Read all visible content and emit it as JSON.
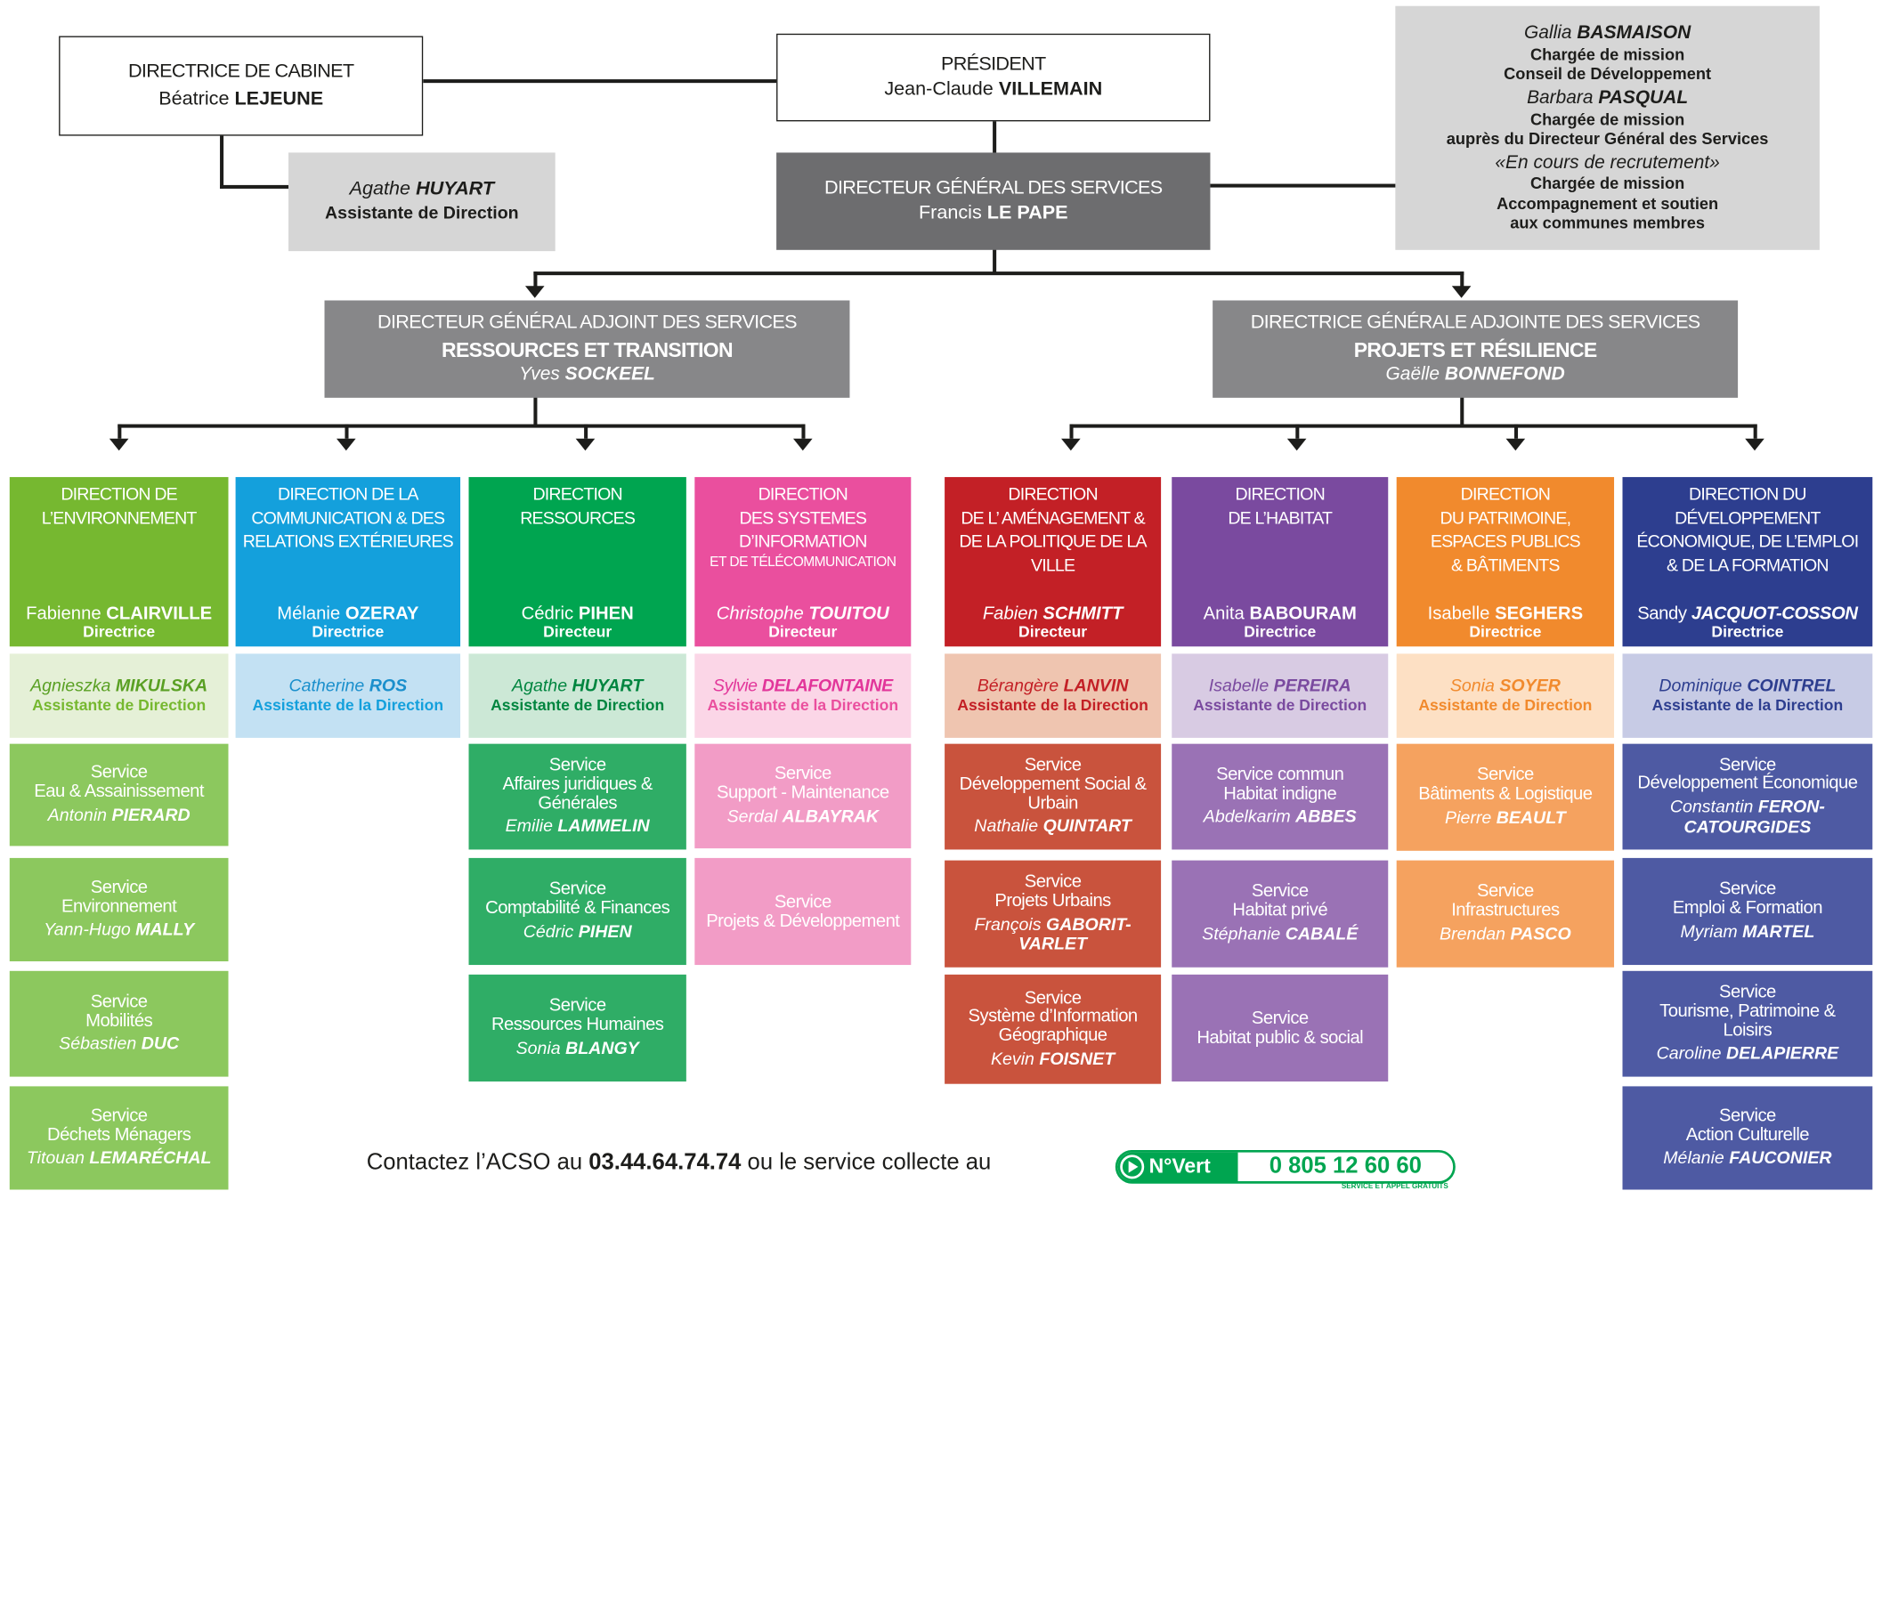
{
  "colors": {
    "dark": "#6d6d6f",
    "mid": "#878789",
    "light": "#d6d6d6",
    "env": "#76b830",
    "env_light": "#e5f0d7",
    "env_svc": "#8cc85e",
    "com": "#14a0dc",
    "com_light": "#c3e1f3",
    "res": "#00a550",
    "res_light": "#cce8d6",
    "res_svc": "#2fad66",
    "si": "#ea4f9e",
    "si_light": "#fbd6e7",
    "si_svc": "#f29cc6",
    "am": "#c32026",
    "am_light": "#efc5b0",
    "am_svc": "#c9533d",
    "hab": "#7a4a9f",
    "hab_light": "#d8cbe3",
    "hab_svc": "#9a72b5",
    "pat": "#f18a2d",
    "pat_light": "#fde0c4",
    "pat_svc": "#f5a25f",
    "eco": "#2d3e8f",
    "eco_light": "#c7cbe5",
    "eco_svc": "#4e5aa3"
  },
  "top": {
    "cabinet": {
      "role": "DIRECTRICE DE CABINET",
      "first": "Béatrice",
      "last": "LEJEUNE"
    },
    "president": {
      "role": "PRÉSIDENT",
      "first": "Jean-Claude",
      "last": "VILLEMAIN"
    },
    "assistant": {
      "first": "Agathe",
      "last": "HUYART",
      "title": "Assistante de Direction"
    },
    "dgs": {
      "role": "DIRECTEUR GÉNÉRAL DES SERVICES",
      "first": "Francis",
      "last": "LE PAPE"
    },
    "missions": [
      {
        "first": "Gallia",
        "last": "BASMAISON",
        "line1": "Chargée de mission",
        "line2": "Conseil de Développement",
        "line3": ""
      },
      {
        "first": "Barbara",
        "last": "PASQUAL",
        "line1": "Chargée de mission",
        "line2": "auprès du Directeur Général des Services",
        "line3": ""
      },
      {
        "first": "«En cours de recrutement»",
        "last": "",
        "line1": "Chargée de mission",
        "line2": "Accompagnement et soutien",
        "line3": "aux communes membres"
      }
    ]
  },
  "dgas": [
    {
      "role": "DIRECTEUR GÉNÉRAL ADJOINT  DES SERVICES",
      "pole": "RESSOURCES ET TRANSITION",
      "first": "Yves",
      "last": "SOCKEEL"
    },
    {
      "role": "DIRECTRICE GÉNÉRALE ADJOINTE  DES SERVICES",
      "pole": "PROJETS ET RÉSILIENCE",
      "first": "Gaëlle",
      "last": "BONNEFOND"
    }
  ],
  "directions": [
    {
      "h1": "DIRECTION DE",
      "h2": "L’ENVIRONNEMENT",
      "h3": "",
      "h4": "",
      "first": "Fabienne",
      "last": "CLAIRVILLE",
      "title": "Directrice",
      "asst_first": "Agnieszka",
      "asst_last": "MIKULSKA",
      "asst_title": "Assistante de Direction",
      "services": [
        {
          "l1": "Service",
          "l2": "Eau & Assainissement",
          "l3": "",
          "first": "Antonin",
          "last": "PIERARD"
        },
        {
          "l1": "Service",
          "l2": "Environnement",
          "l3": "",
          "first": "Yann-Hugo",
          "last": "MALLY"
        },
        {
          "l1": "Service",
          "l2": "Mobilités",
          "l3": "",
          "first": "Sébastien",
          "last": "DUC"
        },
        {
          "l1": "Service",
          "l2": "Déchets Ménagers",
          "l3": "",
          "first": "Titouan",
          "last": "LEMARÉCHAL"
        }
      ]
    },
    {
      "h1": "DIRECTION DE LA",
      "h2": "COMMUNICATION & DES",
      "h3": "RELATIONS EXTÉRIEURES",
      "h4": "",
      "first": "Mélanie",
      "last": "OZERAY",
      "title": "Directrice",
      "asst_first": "Catherine",
      "asst_last": "ROS",
      "asst_title": "Assistante de la Direction",
      "services": []
    },
    {
      "h1": "DIRECTION",
      "h2": "RESSOURCES",
      "h3": "",
      "h4": "",
      "first": "Cédric",
      "last": "PIHEN",
      "title": "Directeur",
      "asst_first": "Agathe",
      "asst_last": "HUYART",
      "asst_title": "Assistante de Direction",
      "services": [
        {
          "l1": "Service",
          "l2": "Affaires juridiques &",
          "l3": "Générales",
          "first": "Emilie",
          "last": "LAMMELIN"
        },
        {
          "l1": "Service",
          "l2": "Comptabilité & Finances",
          "l3": "",
          "first": "Cédric",
          "last": "PIHEN"
        },
        {
          "l1": "Service",
          "l2": "Ressources Humaines",
          "l3": "",
          "first": "Sonia",
          "last": "BLANGY"
        }
      ]
    },
    {
      "h1": "DIRECTION",
      "h2": "DES SYSTEMES",
      "h3": "D’INFORMATION",
      "h4": "ET DE TÉLÉCOMMUNICATION",
      "first": "Christophe",
      "last": "TOUITOU",
      "title": "Directeur",
      "asst_first": "Sylvie",
      "asst_last": "DELAFONTAINE",
      "asst_title": "Assistante de la Direction",
      "services": [
        {
          "l1": "Service",
          "l2": "Support - Maintenance",
          "l3": "",
          "first": "Serdal",
          "last": "ALBAYRAK"
        },
        {
          "l1": "Service",
          "l2": "Projets & Développement",
          "l3": "",
          "first": "",
          "last": ""
        }
      ]
    },
    {
      "h1": "DIRECTION",
      "h2": "DE L’ AMÉNAGEMENT &",
      "h3": "DE LA POLITIQUE DE LA",
      "h4": "VILLE",
      "first": "Fabien",
      "last": "SCHMITT",
      "title": "Directeur",
      "asst_first": "Bérangère",
      "asst_last": "LANVIN",
      "asst_title": "Assistante de la Direction",
      "services": [
        {
          "l1": "Service",
          "l2": "Développement Social &",
          "l3": "Urbain",
          "first": "Nathalie",
          "last": "QUINTART"
        },
        {
          "l1": "Service",
          "l2": "Projets Urbains",
          "l3": "",
          "first": "François",
          "last": "GABORIT-VARLET"
        },
        {
          "l1": "Service",
          "l2": "Système d’Information",
          "l3": "Géographique",
          "first": "Kevin",
          "last": "FOISNET"
        }
      ]
    },
    {
      "h1": "DIRECTION",
      "h2": "DE L’HABITAT",
      "h3": "",
      "h4": "",
      "first": "Anita",
      "last": "BABOURAM",
      "title": "Directrice",
      "asst_first": "Isabelle",
      "asst_last": "PEREIRA",
      "asst_title": "Assistante de Direction",
      "services": [
        {
          "l1": "Service commun",
          "l2": "Habitat indigne",
          "l3": "",
          "first": "Abdelkarim",
          "last": "ABBES"
        },
        {
          "l1": "Service",
          "l2": "Habitat privé",
          "l3": "",
          "first": "Stéphanie",
          "last": "CABALÉ"
        },
        {
          "l1": "Service",
          "l2": "Habitat public & social",
          "l3": "",
          "first": "",
          "last": ""
        }
      ]
    },
    {
      "h1": "DIRECTION",
      "h2": "DU PATRIMOINE,",
      "h3": "ESPACES PUBLICS",
      "h4": "& BÂTIMENTS",
      "first": "Isabelle",
      "last": "SEGHERS",
      "title": "Directrice",
      "asst_first": "Sonia",
      "asst_last": "SOYER",
      "asst_title": "Assistante de Direction",
      "services": [
        {
          "l1": "Service",
          "l2": "Bâtiments & Logistique",
          "l3": "",
          "first": "Pierre",
          "last": "BEAULT"
        },
        {
          "l1": "Service",
          "l2": "Infrastructures",
          "l3": "",
          "first": "Brendan",
          "last": "PASCO"
        }
      ]
    },
    {
      "h1": "DIRECTION DU",
      "h2": "DÉVELOPPEMENT",
      "h3": "ÉCONOMIQUE, DE L’EMPLOI",
      "h4": "& DE LA FORMATION",
      "first": "Sandy",
      "last": "JACQUOT-COSSON",
      "title": "Directrice",
      "asst_first": "Dominique",
      "asst_last": "COINTREL",
      "asst_title": "Assistante de la Direction",
      "services": [
        {
          "l1": "Service",
          "l2": "Développement Économique",
          "l3": "",
          "first": "Constantin",
          "last": "FERON-CATOURGIDES"
        },
        {
          "l1": "Service",
          "l2": "Emploi & Formation",
          "l3": "",
          "first": "Myriam",
          "last": "MARTEL"
        },
        {
          "l1": "Service",
          "l2": "Tourisme, Patrimoine &",
          "l3": "Loisirs",
          "first": "Caroline",
          "last": "DELAPIERRE"
        },
        {
          "l1": "Service",
          "l2": "Action Culturelle",
          "l3": "",
          "first": "Mélanie",
          "last": "FAUCONIER"
        }
      ]
    }
  ],
  "footer": {
    "text1": "Contactez l’ACSO au",
    "phone": "03.44.64.74.74",
    "text2": "ou le service collecte au",
    "badge": "N°Vert",
    "number": "0 805 12 60 60",
    "note": "SERVICE ET APPEL GRATUITS"
  }
}
